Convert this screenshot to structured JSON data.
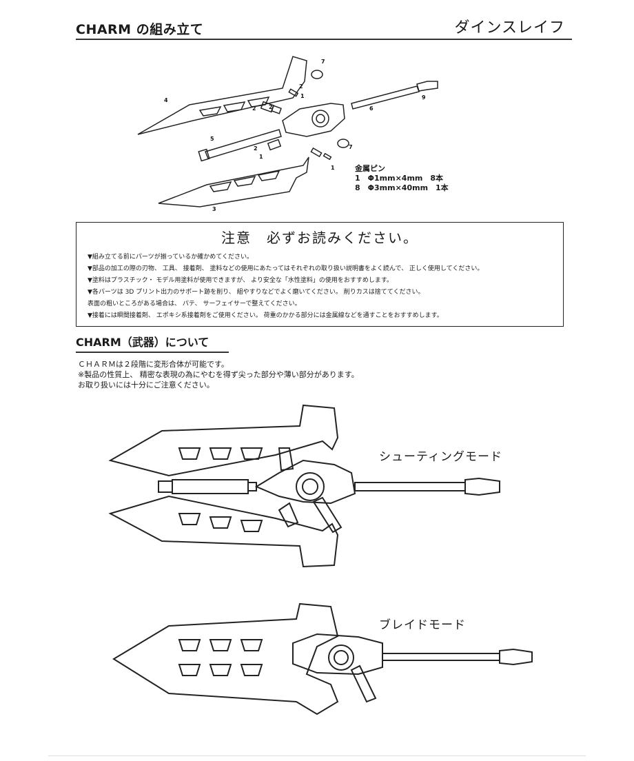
{
  "header": {
    "title": "CHARM の組み立て",
    "product_name": "ダインスレイフ"
  },
  "diagram": {
    "part_numbers": [
      "7",
      "2",
      "1",
      "2",
      "4",
      "2",
      "5",
      "9",
      "6",
      "2",
      "1",
      "7",
      "1",
      "3"
    ],
    "pins": {
      "heading": "金属ピン",
      "rows": [
        "1　Φ1mm×4mm　8本",
        "8　Φ3mm×40mm　1本"
      ]
    }
  },
  "notice": {
    "title": "注意　必ずお読みください。",
    "items": [
      "▼組み立てる前にパーツが揃っているか確かめてください。",
      "▼部品の加工の際の刃物、 工具、 接着剤、 塗料などの使用にあたってはそれぞれの取り扱い説明書をよく読んで、 正しく使用してください。",
      "▼塗料はプラスチック・ モデル用塗料が使用できますが、 より安全な「水性塗料」の使用をおすすめします。",
      "▼各パーツは 3D プリント出力のサポート跡を削り、 組やすりなどでよく磨いてください。 削りカスは捨ててください。",
      "表面の粗いところがある場合は、 パテ、 サーフェイサーで整えてください。",
      "▼接着には瞬間接着剤、 エポキシ系接着剤をご使用ください。 荷重のかかる部分には金属線などを通すことをおすすめします。"
    ]
  },
  "about": {
    "title": "CHARM（武器）について",
    "lines": [
      "ＣＨＡＲＭは２段階に変形合体が可能です。",
      "※製品の性質上、 精密な表現の為にやむを得ず尖った部分や薄い部分があります。",
      "お取り扱いには十分にご注意ください。"
    ]
  },
  "modes": {
    "shooting": "シューティングモード",
    "blade": "ブレイドモード"
  }
}
